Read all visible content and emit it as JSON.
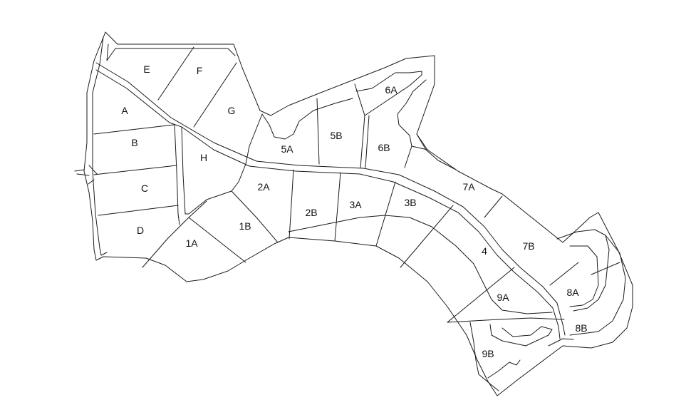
{
  "map": {
    "parcels": [
      {
        "id": "A",
        "label": "A"
      },
      {
        "id": "B",
        "label": "B"
      },
      {
        "id": "C",
        "label": "C"
      },
      {
        "id": "D",
        "label": "D"
      },
      {
        "id": "E",
        "label": "E"
      },
      {
        "id": "F",
        "label": "F"
      },
      {
        "id": "G",
        "label": "G"
      },
      {
        "id": "H",
        "label": "H"
      },
      {
        "id": "1A",
        "label": "1A"
      },
      {
        "id": "1B",
        "label": "1B"
      },
      {
        "id": "2A",
        "label": "2A"
      },
      {
        "id": "2B",
        "label": "2B"
      },
      {
        "id": "3A",
        "label": "3A"
      },
      {
        "id": "3B",
        "label": "3B"
      },
      {
        "id": "4",
        "label": "4"
      },
      {
        "id": "5A",
        "label": "5A"
      },
      {
        "id": "5B",
        "label": "5B"
      },
      {
        "id": "6A",
        "label": "6A"
      },
      {
        "id": "6B",
        "label": "6B"
      },
      {
        "id": "7A",
        "label": "7A"
      },
      {
        "id": "7B",
        "label": "7B"
      },
      {
        "id": "8A",
        "label": "8A"
      },
      {
        "id": "8B",
        "label": "8B"
      },
      {
        "id": "9A",
        "label": "9A"
      },
      {
        "id": "9B",
        "label": "9B"
      }
    ]
  }
}
